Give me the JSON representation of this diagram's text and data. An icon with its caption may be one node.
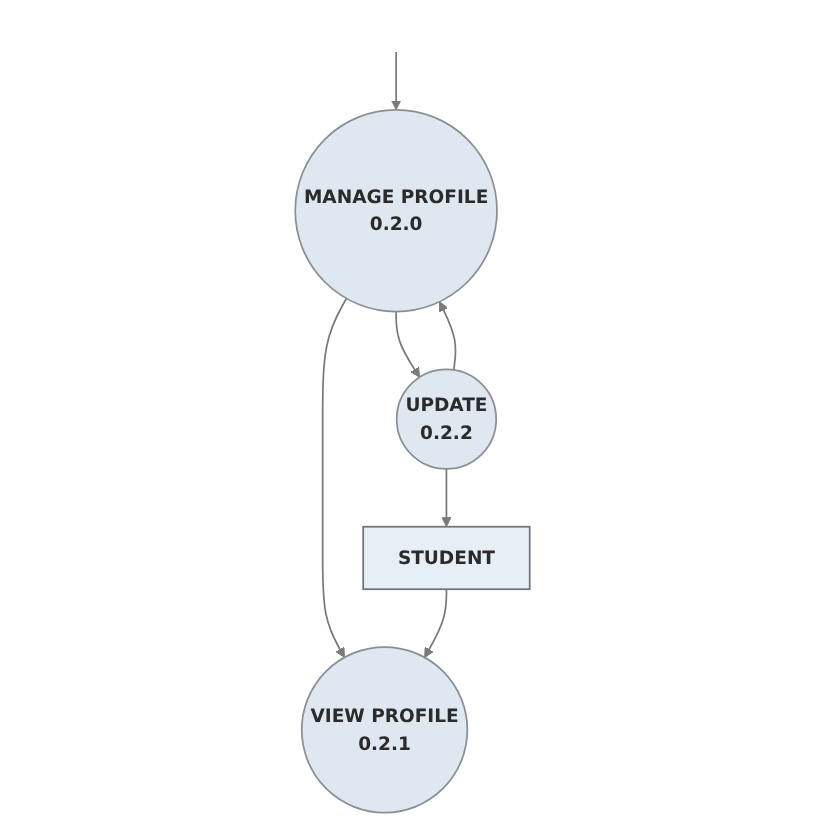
{
  "diagram": {
    "nodes": [
      {
        "text": [
          "MANAGE PROFILE",
          "0.2.0"
        ]
      },
      {
        "text": [
          "VIEW PROFILE",
          "0.2.1"
        ]
      },
      {
        "text": [
          "UPDATE",
          "0.2.2"
        ]
      },
      {
        "text": [
          "STUDENT"
        ]
      }
    ],
    "edges": [
      {
        "from": null,
        "to": 0,
        "arrow": "to"
      },
      {
        "from": 0,
        "to": 1,
        "arrow": "to"
      },
      {
        "from": 0,
        "to": 2,
        "arrow": "to"
      },
      {
        "from": 2,
        "to": 0,
        "arrow": "to"
      },
      {
        "from": 2,
        "to": 3,
        "arrow": "to"
      },
      {
        "from": 3,
        "to": 1,
        "arrow": "to"
      }
    ]
  }
}
